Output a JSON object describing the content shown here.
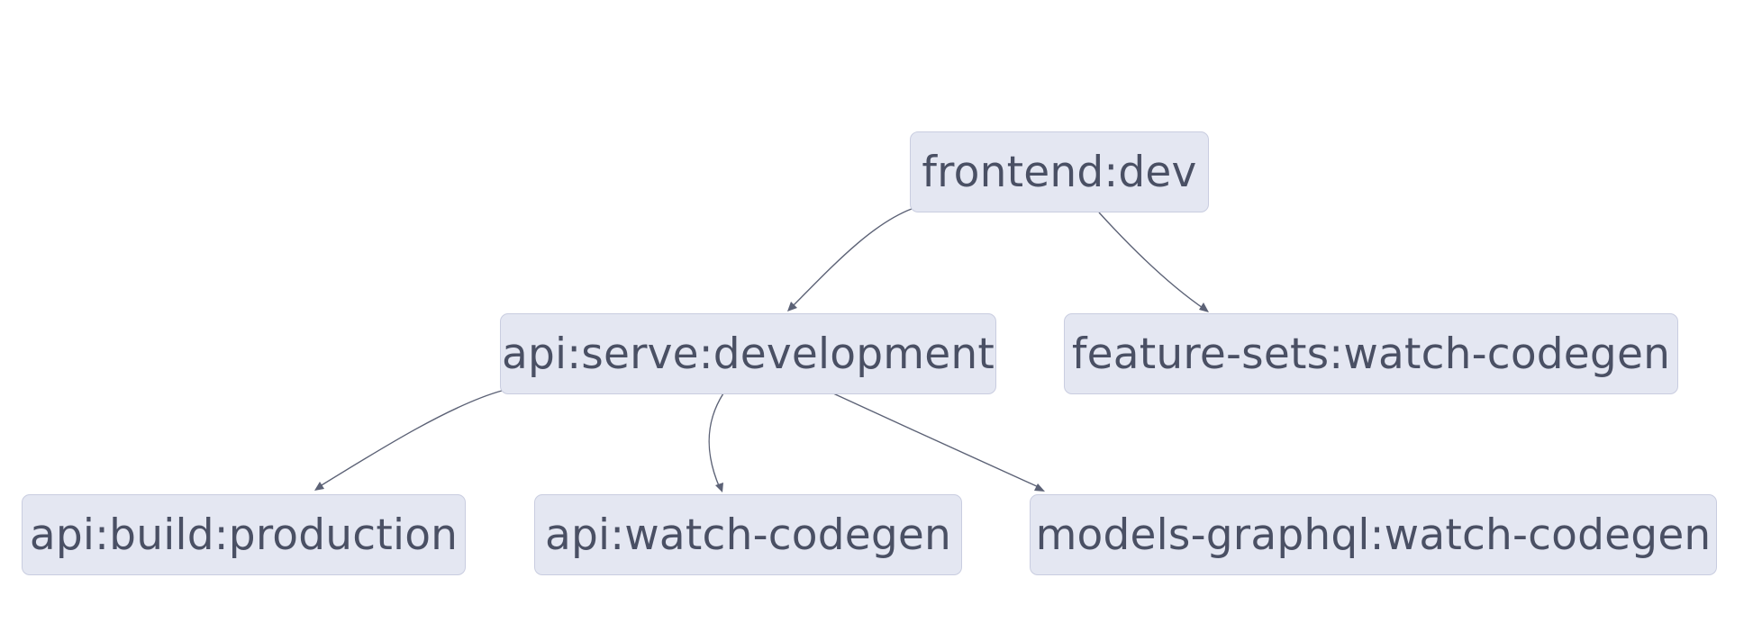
{
  "diagram": {
    "nodes": [
      {
        "id": "frontend-dev",
        "label": "frontend:dev"
      },
      {
        "id": "api-serve-development",
        "label": "api:serve:development"
      },
      {
        "id": "feature-sets-watch-codegen",
        "label": "feature-sets:watch-codegen"
      },
      {
        "id": "api-build-production",
        "label": "api:build:production"
      },
      {
        "id": "api-watch-codegen",
        "label": "api:watch-codegen"
      },
      {
        "id": "models-graphql-watch-codegen",
        "label": "models-graphql:watch-codegen"
      }
    ],
    "edges": [
      {
        "from": "frontend-dev",
        "to": "api-serve-development"
      },
      {
        "from": "frontend-dev",
        "to": "feature-sets-watch-codegen"
      },
      {
        "from": "api-serve-development",
        "to": "api-build-production"
      },
      {
        "from": "api-serve-development",
        "to": "api-watch-codegen"
      },
      {
        "from": "api-serve-development",
        "to": "models-graphql-watch-codegen"
      }
    ],
    "colors": {
      "node_fill": "#e4e7f2",
      "node_border": "#c9cde0",
      "text": "#4a5064",
      "edge": "#5c6276",
      "background": "#ffffff"
    }
  }
}
